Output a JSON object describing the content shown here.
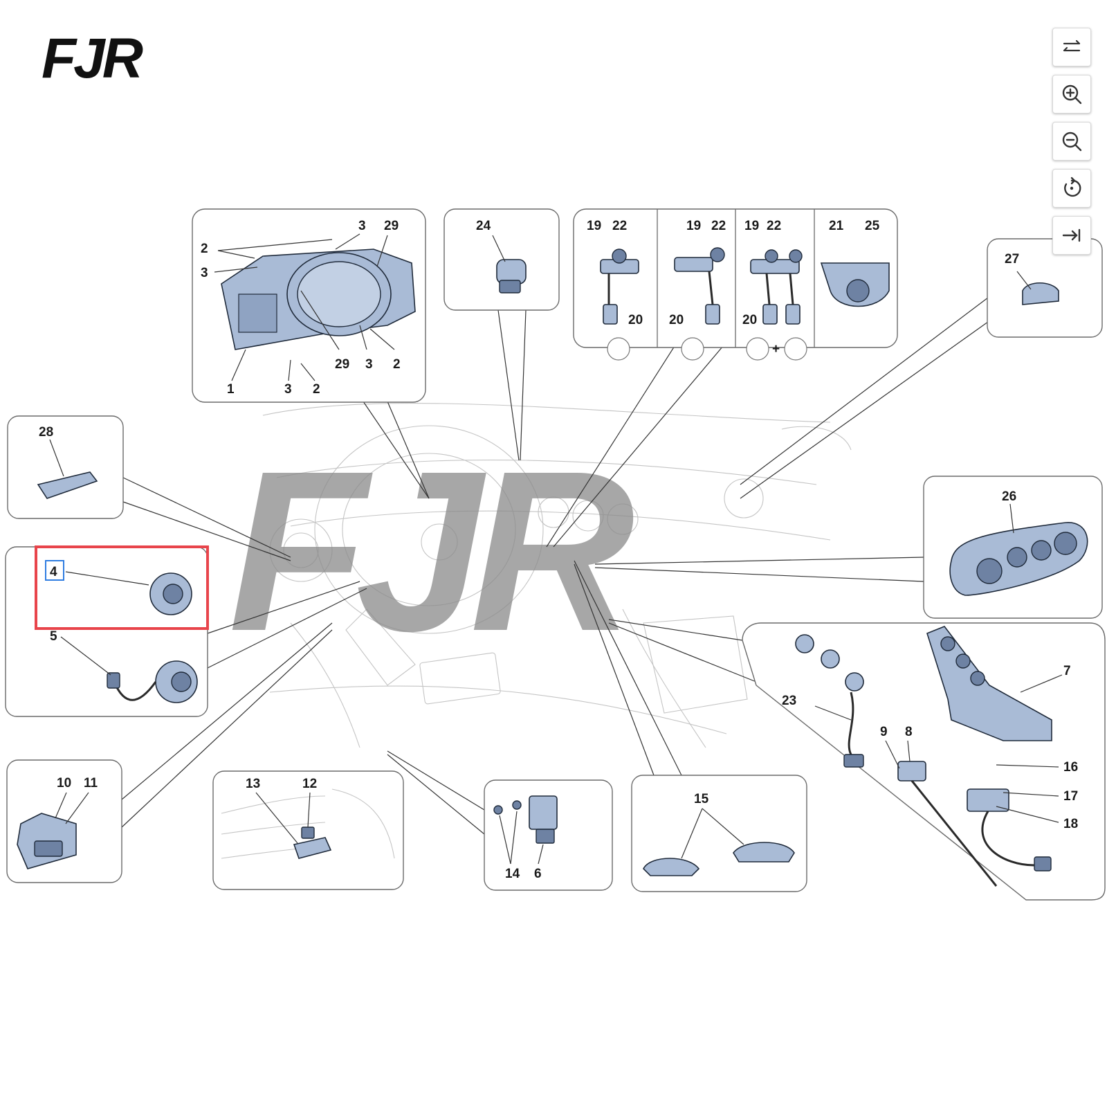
{
  "brand": {
    "logo_text": "FJR",
    "watermark_text": "FJR"
  },
  "toolbar": {
    "buttons": [
      {
        "name": "swap-icon"
      },
      {
        "name": "zoom-in-icon"
      },
      {
        "name": "zoom-out-icon"
      },
      {
        "name": "rotate-icon"
      },
      {
        "name": "collapse-panel-icon"
      }
    ]
  },
  "highlight": {
    "part_number": "4",
    "box_color": "#e8444b",
    "number_frame_color": "#2f7de1"
  },
  "colors": {
    "part_fill": "#a9bbd6",
    "outline": "#1f2a3a",
    "sketch": "#c4c4c4"
  },
  "callouts": {
    "instrument_cluster": [
      "3",
      "29",
      "2",
      "3",
      "29",
      "3",
      "2",
      "1",
      "3",
      "2"
    ],
    "c24": [
      "24"
    ],
    "switches": [
      "19",
      "22",
      "20",
      "19",
      "22",
      "20",
      "19",
      "22",
      "20",
      "21",
      "25"
    ],
    "switch_variant_plus": "+",
    "c27": [
      "27"
    ],
    "c28": [
      "28"
    ],
    "c4_5": [
      "4",
      "5"
    ],
    "c26": [
      "26"
    ],
    "console": [
      "23",
      "7",
      "9",
      "8",
      "16",
      "17",
      "18"
    ],
    "c10_11": [
      "10",
      "11"
    ],
    "c12_13": [
      "13",
      "12"
    ],
    "c14_6": [
      "14",
      "6"
    ],
    "c15": [
      "15"
    ]
  }
}
